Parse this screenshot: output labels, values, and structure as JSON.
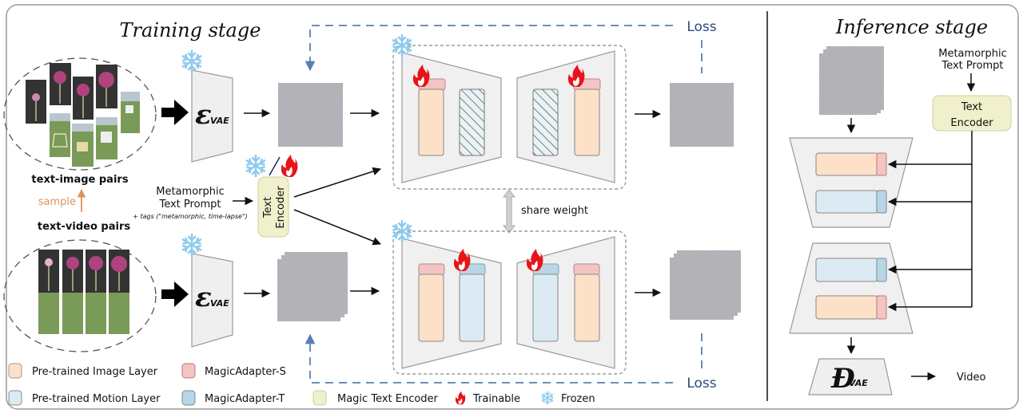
{
  "training": {
    "title": "Training stage",
    "text_image_pairs": "text-image pairs",
    "text_video_pairs": "text-video pairs",
    "sample": "sample",
    "prompt_line1": "Metamorphic",
    "prompt_line2": "Text Prompt",
    "tags": "+ tags (\"metamorphic, time-lapse\")",
    "encoder_line1": "Text",
    "encoder_line2": "Encoder",
    "vae_symbol": "ε",
    "vae_sub": "VAE",
    "share_weight": "share weight",
    "loss_top": "Loss",
    "loss_bottom": "Loss"
  },
  "inference": {
    "title": "Inference stage",
    "prompt_line1": "Metamorphic",
    "prompt_line2": "Text Prompt",
    "encoder_line1": "Text",
    "encoder_line2": "Encoder",
    "decoder_symbol": "Đ",
    "decoder_sub": "VAE",
    "output": "Video"
  },
  "legend": [
    {
      "label": "Pre-trained Image Layer",
      "color": "#fde0c8"
    },
    {
      "label": "MagicAdapter-S",
      "color": "#f2c4c4"
    },
    {
      "label": "Pre-trained Motion Layer",
      "color": "#dcebf3"
    },
    {
      "label": "MagicAdapter-T",
      "color": "#b8d6e6"
    },
    {
      "label": "Magic Text Encoder",
      "color": "#f0f0cc"
    },
    {
      "label": "Trainable",
      "icon": "fire-icon"
    },
    {
      "label": "Frozen",
      "icon": "snowflake-icon"
    }
  ],
  "colors": {
    "image_layer": "#fde0c8",
    "adapter_s": "#f2c4c4",
    "motion_layer": "#dcebf3",
    "adapter_t": "#b8d6e6",
    "text_encoder": "#f0f0cc",
    "loss_line": "#5a7fb0",
    "fire": "#e8141a",
    "frost": "#8fcbee"
  }
}
